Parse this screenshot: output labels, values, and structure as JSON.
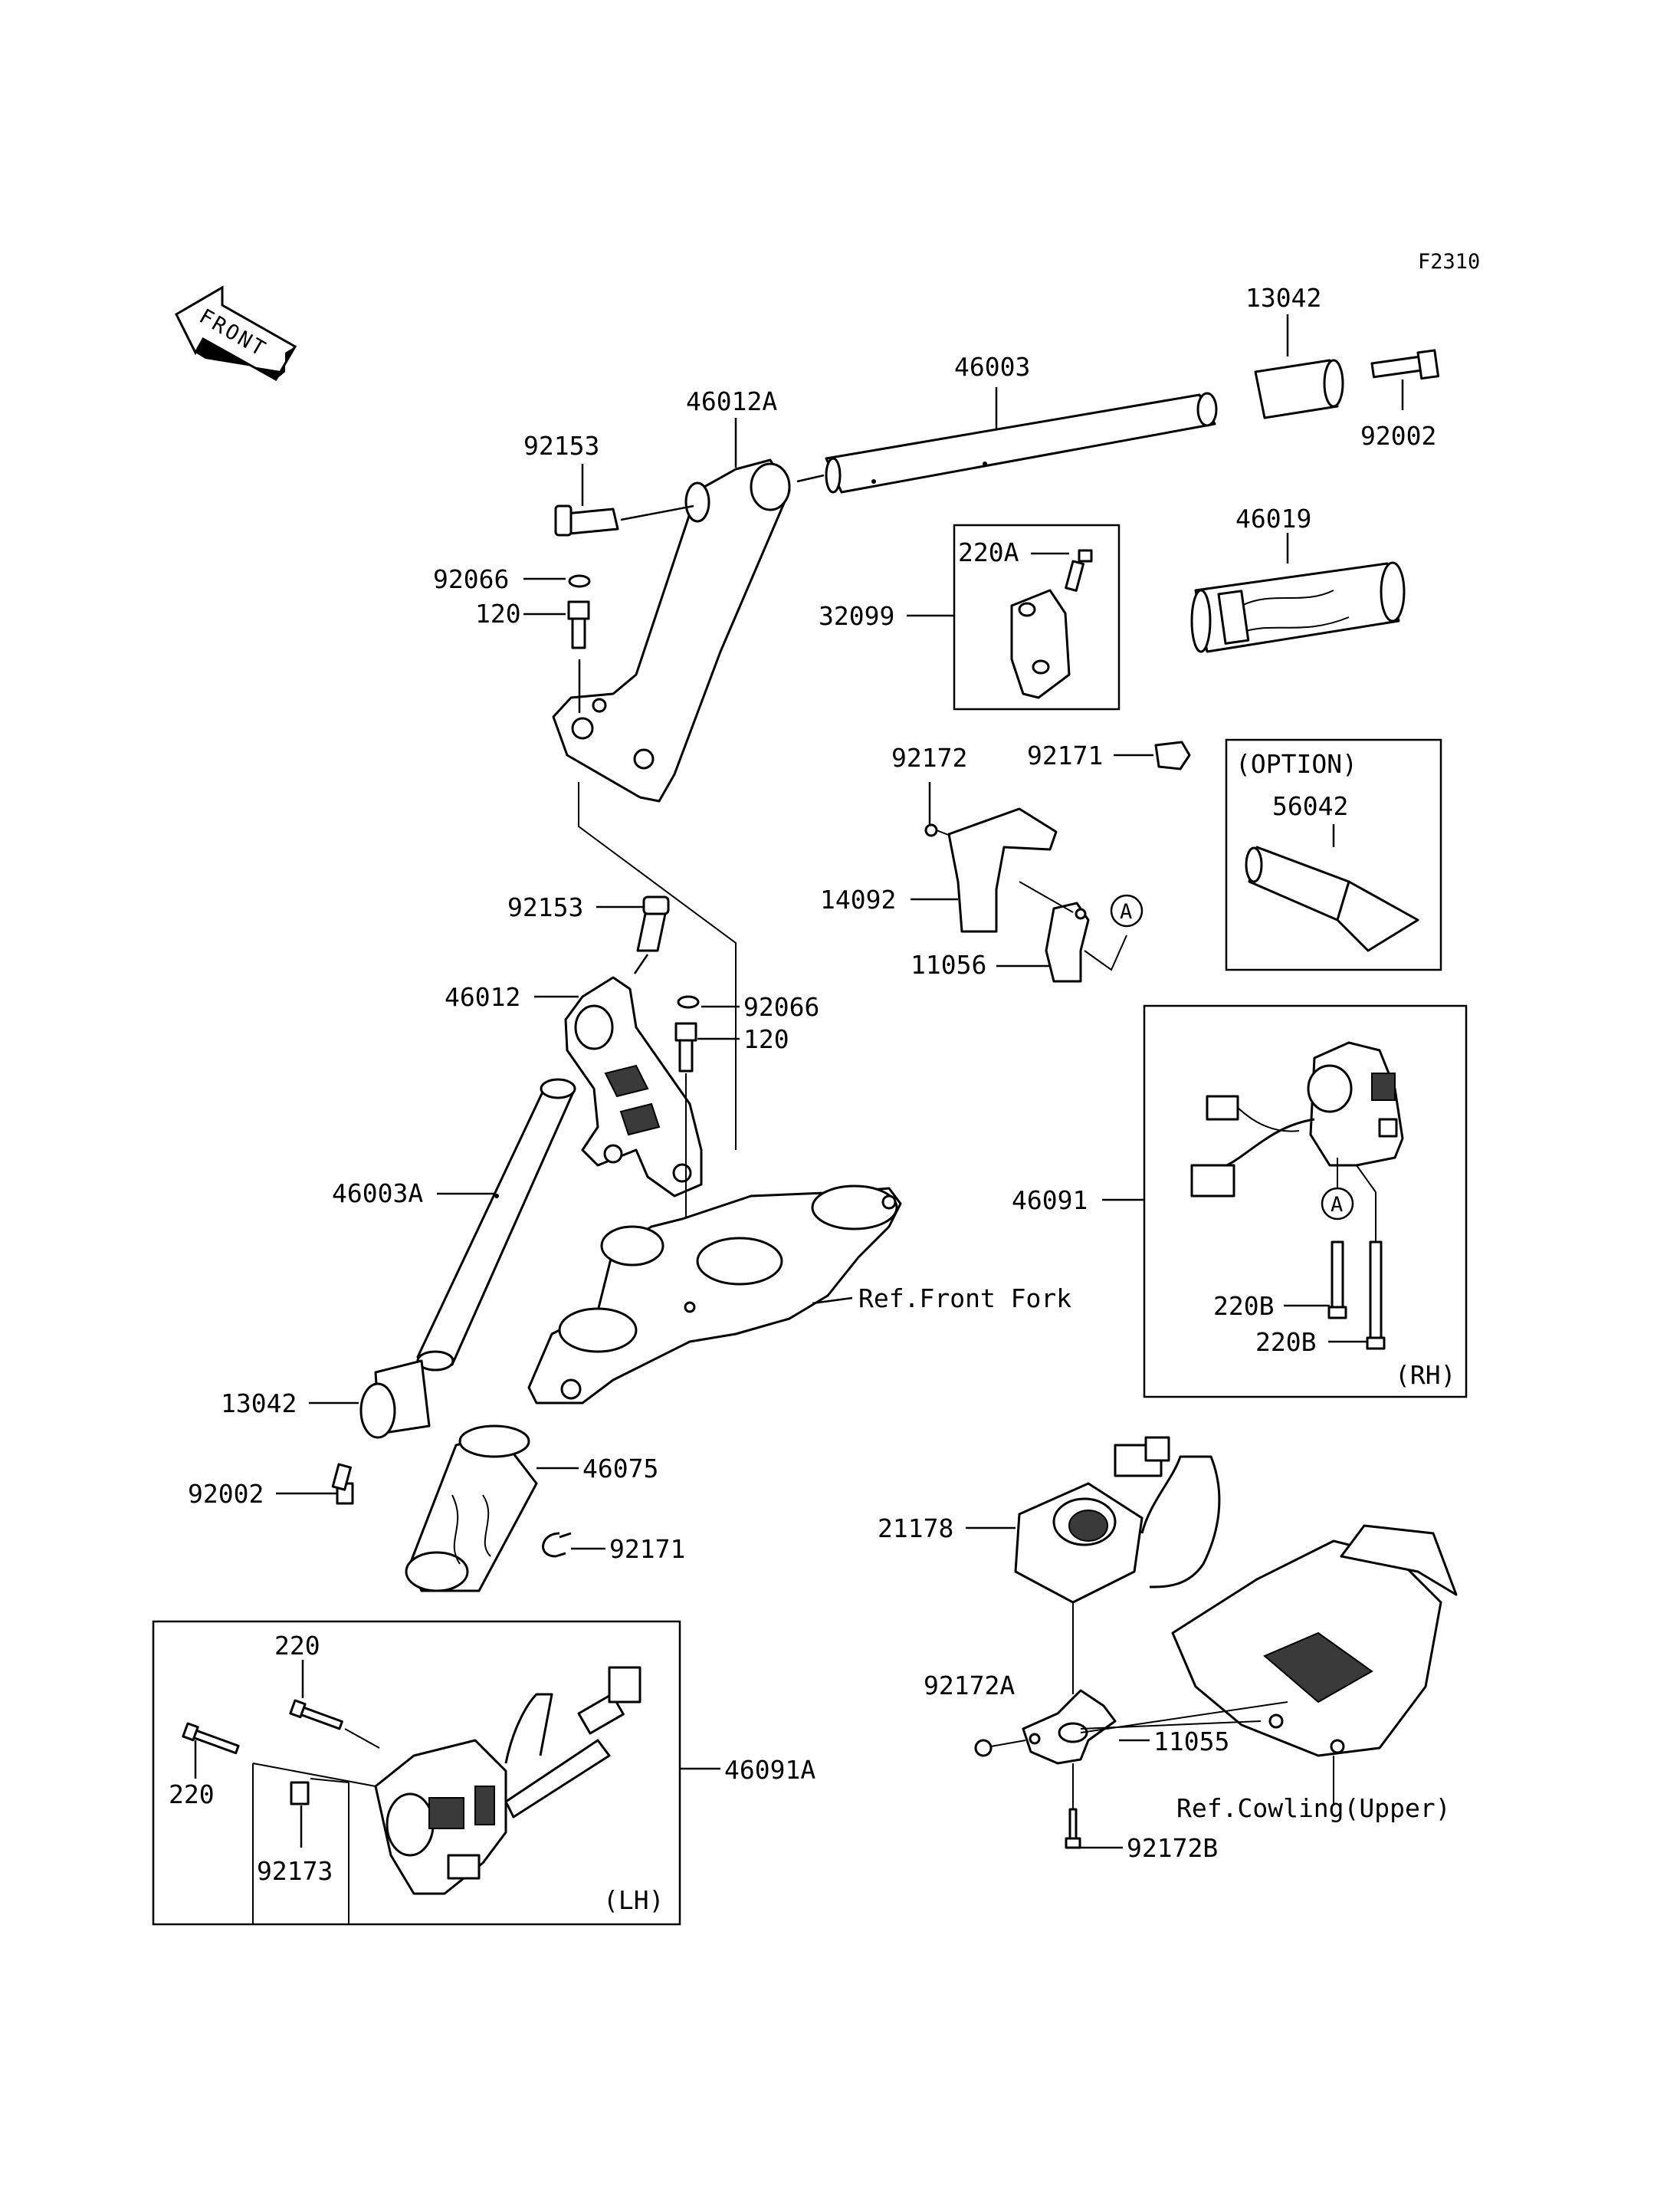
{
  "figure_code": "F2310",
  "front_arrow_label": "FRONT",
  "parts": {
    "p13042_top": "13042",
    "p92002_top": "92002",
    "p46003": "46003",
    "p46012A": "46012A",
    "p92153_top": "92153",
    "p46019": "46019",
    "p220A": "220A",
    "p32099": "32099",
    "p92066_top": "92066",
    "p120_top": "120",
    "p92172": "92172",
    "p92171_top": "92171",
    "p56042": "56042",
    "p14092": "14092",
    "p11056": "11056",
    "p92153_mid": "92153",
    "p46012": "46012",
    "p92066_mid": "92066",
    "p120_mid": "120",
    "p46003A": "46003A",
    "p46091": "46091",
    "p220B_1": "220B",
    "p220B_2": "220B",
    "p13042_low": "13042",
    "p46075": "46075",
    "p92002_low": "92002",
    "p92171_low": "92171",
    "p21178": "21178",
    "p220_1": "220",
    "p220_2": "220",
    "p92172A": "92172A",
    "p11055": "11055",
    "p46091A": "46091A",
    "p92173": "92173",
    "p92172B": "92172B"
  },
  "references": {
    "front_fork": "Ref.Front Fork",
    "cowling_upper": "Ref.Cowling(Upper)"
  },
  "boxes": {
    "option": "(OPTION)",
    "rh": "(RH)",
    "lh": "(LH)",
    "callout_a": "A"
  }
}
